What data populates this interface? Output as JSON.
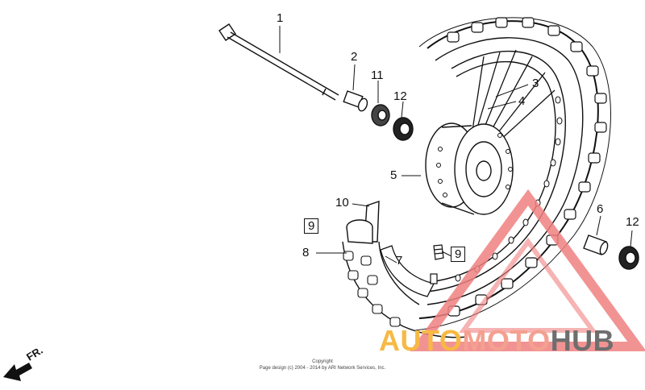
{
  "callouts": {
    "p1": "1",
    "p2": "2",
    "p11": "11",
    "p12a": "12",
    "p3": "3",
    "p4": "4",
    "p5": "5",
    "p10": "10",
    "p9a": "9",
    "p8": "8",
    "p7": "7",
    "p9b": "9",
    "p6": "6",
    "p12b": "12"
  },
  "direction_label": "FR.",
  "copyright": {
    "line1": "Copyright",
    "line2": "Page design (c) 2004 - 2014 by ARI Network Services, Inc."
  },
  "watermark": {
    "part1": "AUTO",
    "part2": "MOTO",
    "part3": "HUB",
    "colors": {
      "auto": "#f6b945",
      "moto": "#f4a090",
      "hub": "#6e6e6e",
      "triangle": "#f08080"
    }
  }
}
